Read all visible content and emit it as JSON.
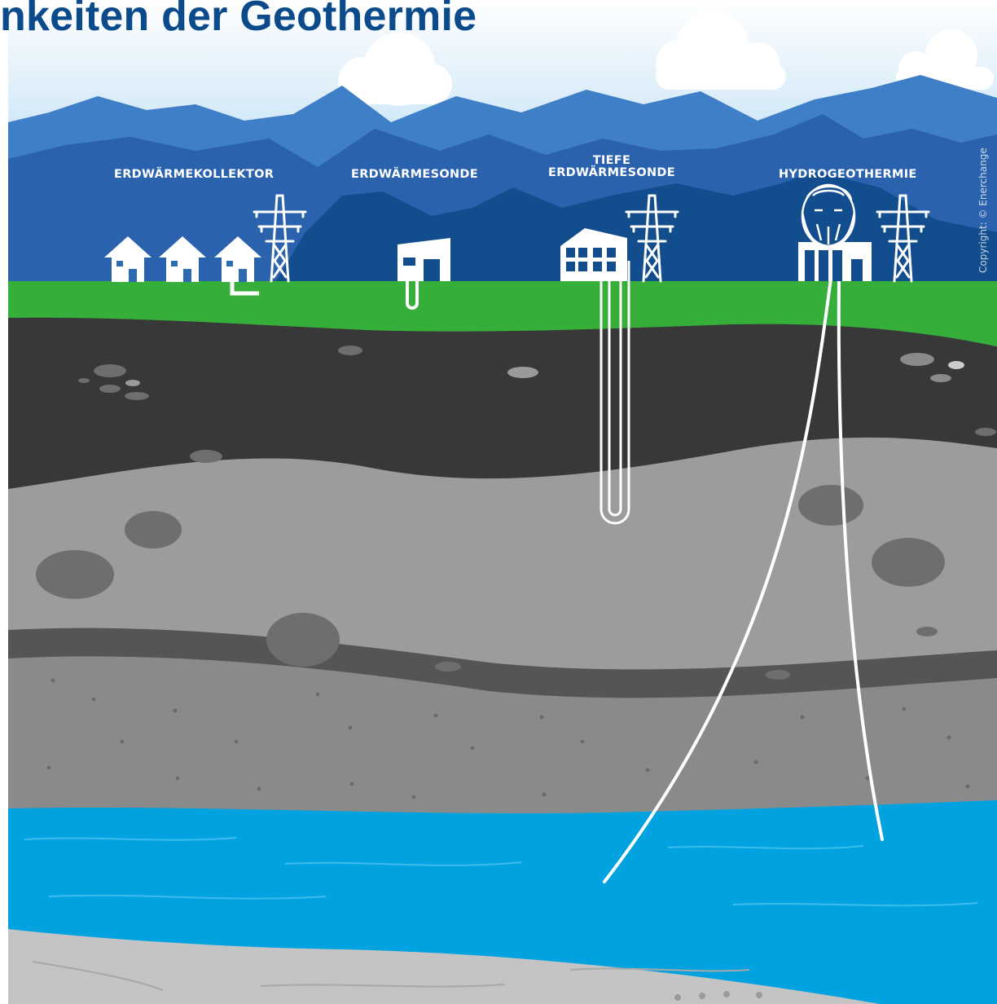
{
  "title": "nkeiten der Geothermie",
  "labels": {
    "collector": "ERDWÄRMEKOLLEKTOR",
    "probe": "ERDWÄRMESONDE",
    "deep_probe_line1": "TIEFE",
    "deep_probe_line2": "ERDWÄRMESONDE",
    "hydro": "HYDROGEOTHERMIE"
  },
  "copyright": "Copyright: © Enerchange",
  "colors": {
    "title": "#0b4a8b",
    "sky_top": "#ffffff",
    "sky_bottom": "#3d93dc",
    "mountain_far": "#3f7fc8",
    "mountain_mid": "#2a62ad",
    "mountain_near": "#124d8e",
    "grass": "#35ae3a",
    "soil_dark": "#383838",
    "soil_light": "#9c9c9c",
    "soil_band": "#555555",
    "soil_mid": "#8a8a8a",
    "water": "#00a3e0",
    "bedrock": "#c4c4c4",
    "stone": "#6e6e6e",
    "structure": "#ffffff"
  }
}
